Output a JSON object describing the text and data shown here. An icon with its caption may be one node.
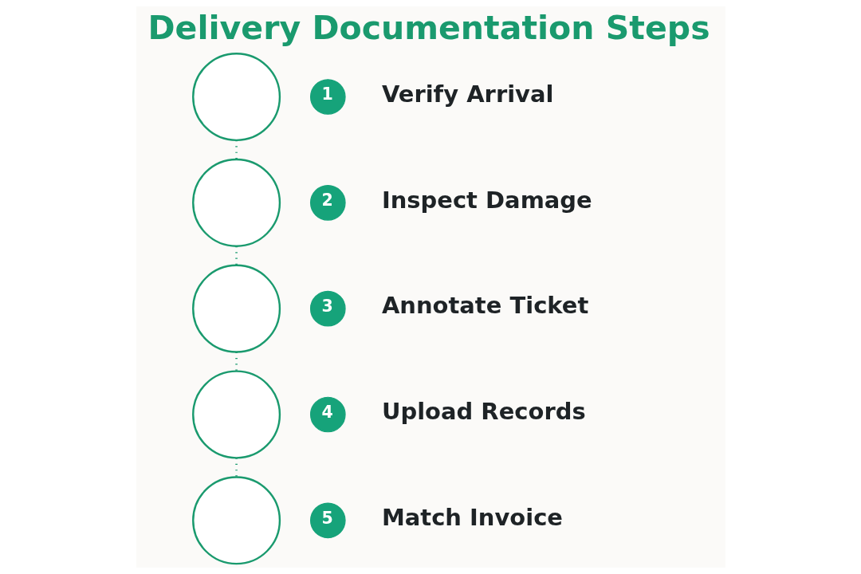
{
  "diagram": {
    "title": "Delivery Documentation Steps",
    "nodes": [
      {
        "text": [],
        "shape": "circle"
      },
      {
        "text": [
          "1"
        ],
        "beside": [
          "Verify Arrival"
        ]
      },
      {
        "text": [],
        "shape": "circle"
      },
      {
        "text": [
          "2"
        ],
        "beside": [
          "Inspect Damage"
        ]
      },
      {
        "text": [],
        "shape": "circle"
      },
      {
        "text": [
          "3"
        ],
        "beside": [
          "Annotate Ticket"
        ]
      },
      {
        "text": [],
        "shape": "circle"
      },
      {
        "text": [
          "4"
        ],
        "beside": [
          "Upload Records"
        ]
      },
      {
        "text": [],
        "shape": "circle"
      },
      {
        "text": [
          "5"
        ],
        "beside": [
          "Match Invoice"
        ]
      }
    ],
    "edges": [
      {
        "from": 0,
        "to": 2,
        "arrow": "none",
        "style": "dashed"
      },
      {
        "from": 2,
        "to": 4,
        "arrow": "none",
        "style": "dashed"
      },
      {
        "from": 4,
        "to": 6,
        "arrow": "none",
        "style": "dashed"
      },
      {
        "from": 6,
        "to": 8,
        "arrow": "none",
        "style": "dashed"
      }
    ]
  }
}
